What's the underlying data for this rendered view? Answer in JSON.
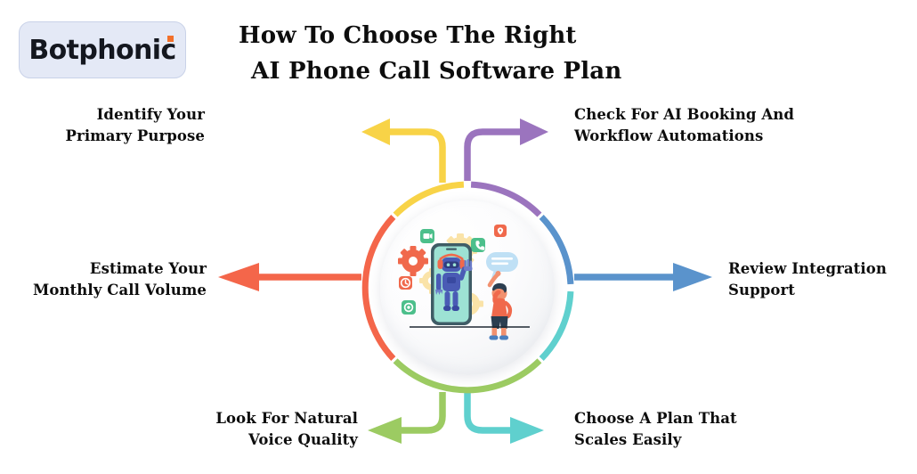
{
  "brand": {
    "logo_text": "Botphonic",
    "logo_bg_color": "#E4E9F6",
    "logo_text_color": "#14171F",
    "logo_accent_color": "#F2702A"
  },
  "title": {
    "line1": "How To Choose The Right",
    "line2": "AI Phone Call Software Plan"
  },
  "hub": {
    "illustration_name": "ai-phone-call-robot-illustration",
    "ring_segment_colors": [
      "#F8D347",
      "#9B74BE",
      "#5A93CC",
      "#5FD0CE",
      "#9CCB62",
      "#F4664A"
    ]
  },
  "steps": [
    {
      "id": "identify-primary-purpose",
      "line1": "Identify Your",
      "line2": "Primary Purpose",
      "color": "#F8D347",
      "position": "top-left",
      "arrow_direction": "left"
    },
    {
      "id": "check-ai-booking",
      "line1": "Check For AI Booking And",
      "line2": "Workflow Automations",
      "color": "#9B74BE",
      "position": "top-right",
      "arrow_direction": "right"
    },
    {
      "id": "estimate-call-volume",
      "line1": "Estimate Your",
      "line2": "Monthly Call Volume",
      "color": "#F4664A",
      "position": "middle-left",
      "arrow_direction": "left"
    },
    {
      "id": "review-integration-support",
      "line1": "Review Integration",
      "line2": "Support",
      "color": "#5A93CC",
      "position": "middle-right",
      "arrow_direction": "right"
    },
    {
      "id": "natural-voice-quality",
      "line1": "Look For Natural",
      "line2": "Voice Quality",
      "color": "#9CCB62",
      "position": "bottom-left",
      "arrow_direction": "left"
    },
    {
      "id": "plan-that-scales",
      "line1": "Choose A Plan That",
      "line2": "Scales Easily",
      "color": "#5FD0CE",
      "position": "bottom-right",
      "arrow_direction": "right"
    }
  ]
}
